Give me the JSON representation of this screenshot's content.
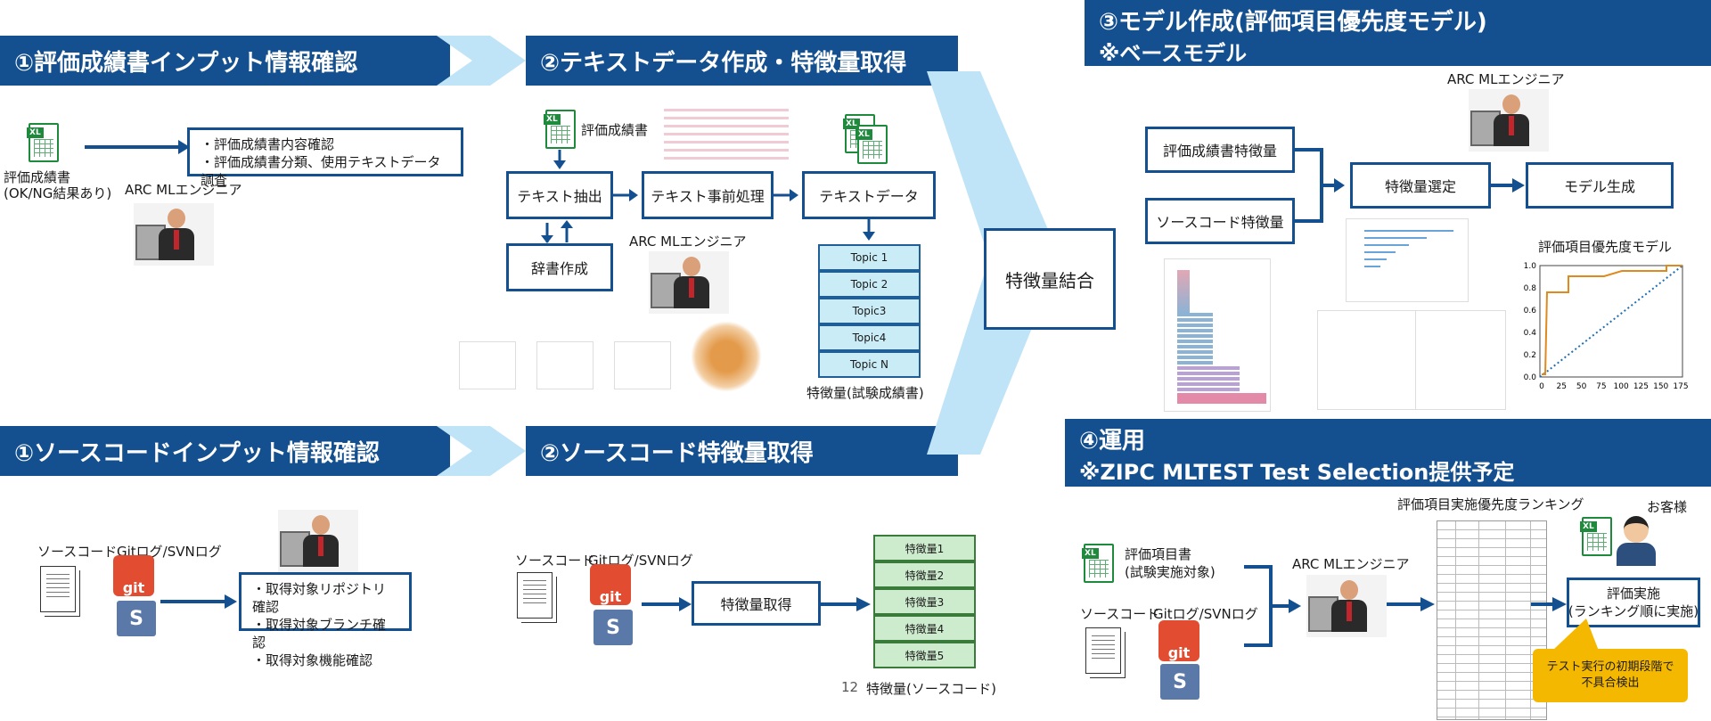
{
  "s1": {
    "banner_left": "①評価成績書インプット情報確認",
    "banner_right": "②テキストデータ作成・特徴量取得",
    "doc_label": "評価成績書\n(OK/NG結果あり)",
    "engineer_label": "ARC MLエンジニア",
    "check_items": [
      "・評価成績書内容確認",
      "・評価成績書分類、使用テキストデータ調査"
    ],
    "source_doc_label": "評価成績書",
    "text_extract": "テキスト抽出",
    "preprocess": "テキスト事前処理",
    "text_data": "テキストデータ",
    "dictionary": "辞書作成",
    "engineer_label2": "ARC MLエンジニア",
    "topics": [
      "Topic 1",
      "Topic 2",
      "Topic3",
      "Topic4",
      "Topic N"
    ],
    "features_label": "特徴量(試験成績書)"
  },
  "merge": {
    "label": "特徴量結合"
  },
  "s3": {
    "banner_line1": "③モデル作成(評価項目優先度モデル)",
    "banner_line2": "※ベースモデル",
    "engineer_label": "ARC MLエンジニア",
    "feat_doc": "評価成績書特徴量",
    "feat_src": "ソースコード特徴量",
    "select": "特徴量選定",
    "generate": "モデル生成",
    "model_title": "評価項目優先度モデル",
    "model_chart": {
      "x_ticks": [
        "0",
        "25",
        "50",
        "75",
        "100",
        "125",
        "150",
        "175"
      ],
      "y_ticks": [
        "0.0",
        "0.2",
        "0.4",
        "0.6",
        "0.8",
        "1.0"
      ]
    }
  },
  "s2": {
    "banner_left": "①ソースコードインプット情報確認",
    "banner_right": "②ソースコード特徴量取得",
    "src_label": "ソースコード",
    "git_label": "Gitログ/SVNログ",
    "check_items": [
      "・取得対象リポジトリ確認",
      "・取得対象ブランチ確認",
      "・取得対象機能確認"
    ],
    "src_label2": "ソースコード",
    "git_label2": "Gitログ/SVNログ",
    "extract": "特徴量取得",
    "features": [
      "特徴量1",
      "特徴量2",
      "特徴量3",
      "特徴量4",
      "特徴量5"
    ],
    "page_number": "12",
    "features_label": "特徴量(ソースコード)"
  },
  "s4": {
    "banner_line1": "④運用",
    "banner_line2": "※ZIPC MLTEST Test Selection提供予定",
    "ranking_title": "評価項目実施優先度ランキング",
    "customer": "お客様",
    "eval_doc": "評価項目書\n(試験実施対象)",
    "src_label": "ソースコード",
    "git_label": "Gitログ/SVNログ",
    "engineer_label": "ARC MLエンジニア",
    "execute": "評価実施\n(ランキング順に実施)",
    "callout": "テスト実行の初期段階で\n不具合検出"
  },
  "icons": {
    "git_text": "git",
    "svn_text": "S",
    "xl_text": "XL"
  },
  "colors": {
    "banner": "#14508f",
    "arrow_light": "#bfe3f7",
    "topic": "#c9ecf7",
    "feature": "#cdebcd",
    "callout": "#f5b800"
  }
}
